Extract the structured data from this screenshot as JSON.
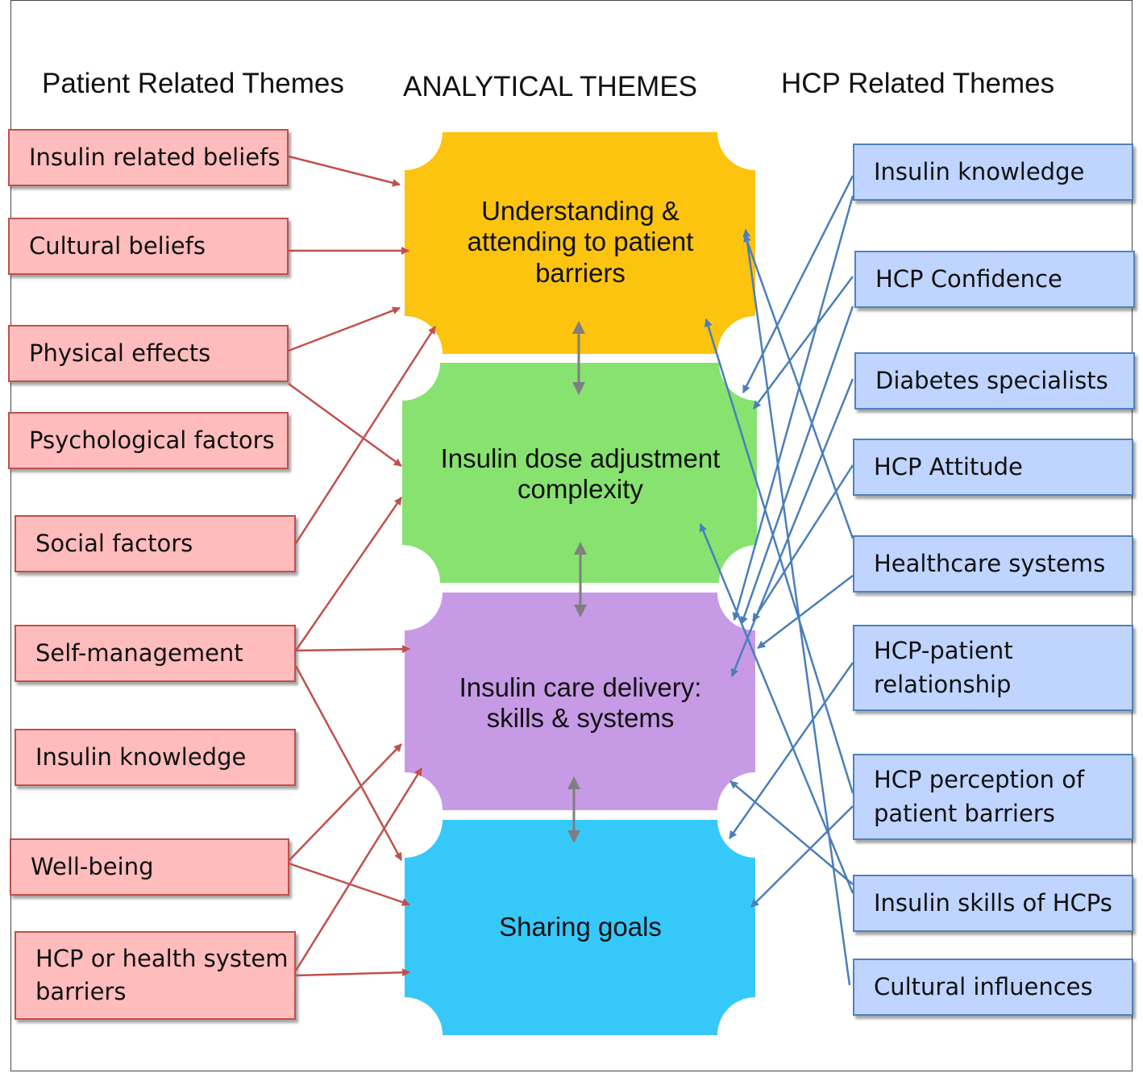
{
  "headers": {
    "patient": "Patient Related Themes",
    "analytical": "ANALYTICAL THEMES",
    "hcp": "HCP Related Themes"
  },
  "analytical_themes": [
    {
      "label": "Understanding &\nattending to patient\nbarriers",
      "color": "#fcc30f"
    },
    {
      "label": "Insulin dose adjustment\ncomplexity",
      "color": "#87e270"
    },
    {
      "label": "Insulin care delivery:\nskills & systems",
      "color": "#c79ae6"
    },
    {
      "label": "Sharing goals",
      "color": "#37c8fa"
    }
  ],
  "patient_themes": [
    "Insulin related beliefs",
    "Cultural beliefs",
    "Physical effects",
    "Psychological factors",
    "Social factors",
    "Self-management",
    "Insulin knowledge",
    "Well-being",
    "HCP or health system\nbarriers"
  ],
  "hcp_themes": [
    "Insulin knowledge",
    "HCP Confidence",
    "Diabetes specialists",
    "HCP Attitude",
    "Healthcare systems",
    "HCP-patient\nrelationship",
    "HCP perception of\npatient barriers",
    "Insulin skills of HCPs",
    "Cultural influences"
  ],
  "colors": {
    "patient_fill": "#ffbcbc",
    "patient_border": "#c0504d",
    "patient_arrow": "#c0504d",
    "hcp_fill": "#bfd4ff",
    "hcp_border": "#4f81bd",
    "hcp_arrow": "#4a7ebb",
    "connector_arrow": "#7f7f7f"
  }
}
